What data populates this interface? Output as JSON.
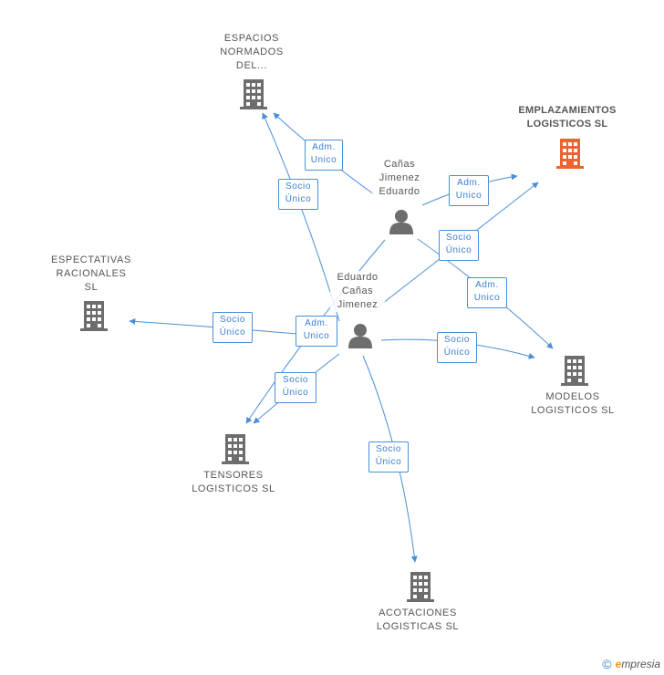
{
  "companies": [
    {
      "id": "espacios",
      "label": "ESPACIOS\nNORMADOS\nDEL...",
      "highlight": false
    },
    {
      "id": "emplazamientos",
      "label": "EMPLAZAMIENTOS\nLOGISTICOS SL",
      "highlight": true
    },
    {
      "id": "espectativas",
      "label": "ESPECTATIVAS\nRACIONALES\nSL",
      "highlight": false
    },
    {
      "id": "modelos",
      "label": "MODELOS\nLOGISTICOS  SL",
      "highlight": false
    },
    {
      "id": "tensores",
      "label": "TENSORES\nLOGISTICOS SL",
      "highlight": false
    },
    {
      "id": "acotaciones",
      "label": "ACOTACIONES\nLOGISTICAS  SL",
      "highlight": false
    }
  ],
  "persons": [
    {
      "id": "canas_eduardo",
      "label": "Cañas\nJimenez\nEduardo"
    },
    {
      "id": "eduardo_canas",
      "label": "Eduardo\nCañas\nJimenez"
    }
  ],
  "edge_labels": [
    {
      "id": "e1",
      "label": "Adm.\nUnico"
    },
    {
      "id": "e2",
      "label": "Socio\nÚnico"
    },
    {
      "id": "e3",
      "label": "Adm.\nUnico"
    },
    {
      "id": "e4",
      "label": "Socio\nÚnico"
    },
    {
      "id": "e5",
      "label": "Adm.\nUnico"
    },
    {
      "id": "e6",
      "label": "Socio\nÚnico"
    },
    {
      "id": "e7",
      "label": "Adm.\nUnico"
    },
    {
      "id": "e8",
      "label": "Socio\nÚnico"
    },
    {
      "id": "e9",
      "label": "Socio\nÚnico"
    },
    {
      "id": "e10",
      "label": "Socio\nÚnico"
    }
  ],
  "colors": {
    "edge": "#4a8fd8",
    "building": "#6d6d6d",
    "building_highlight": "#f0622e",
    "person": "#6d6d6d"
  },
  "footer": {
    "copyright_symbol": "©",
    "brand_initial": "e",
    "brand_rest": "mpresia"
  }
}
